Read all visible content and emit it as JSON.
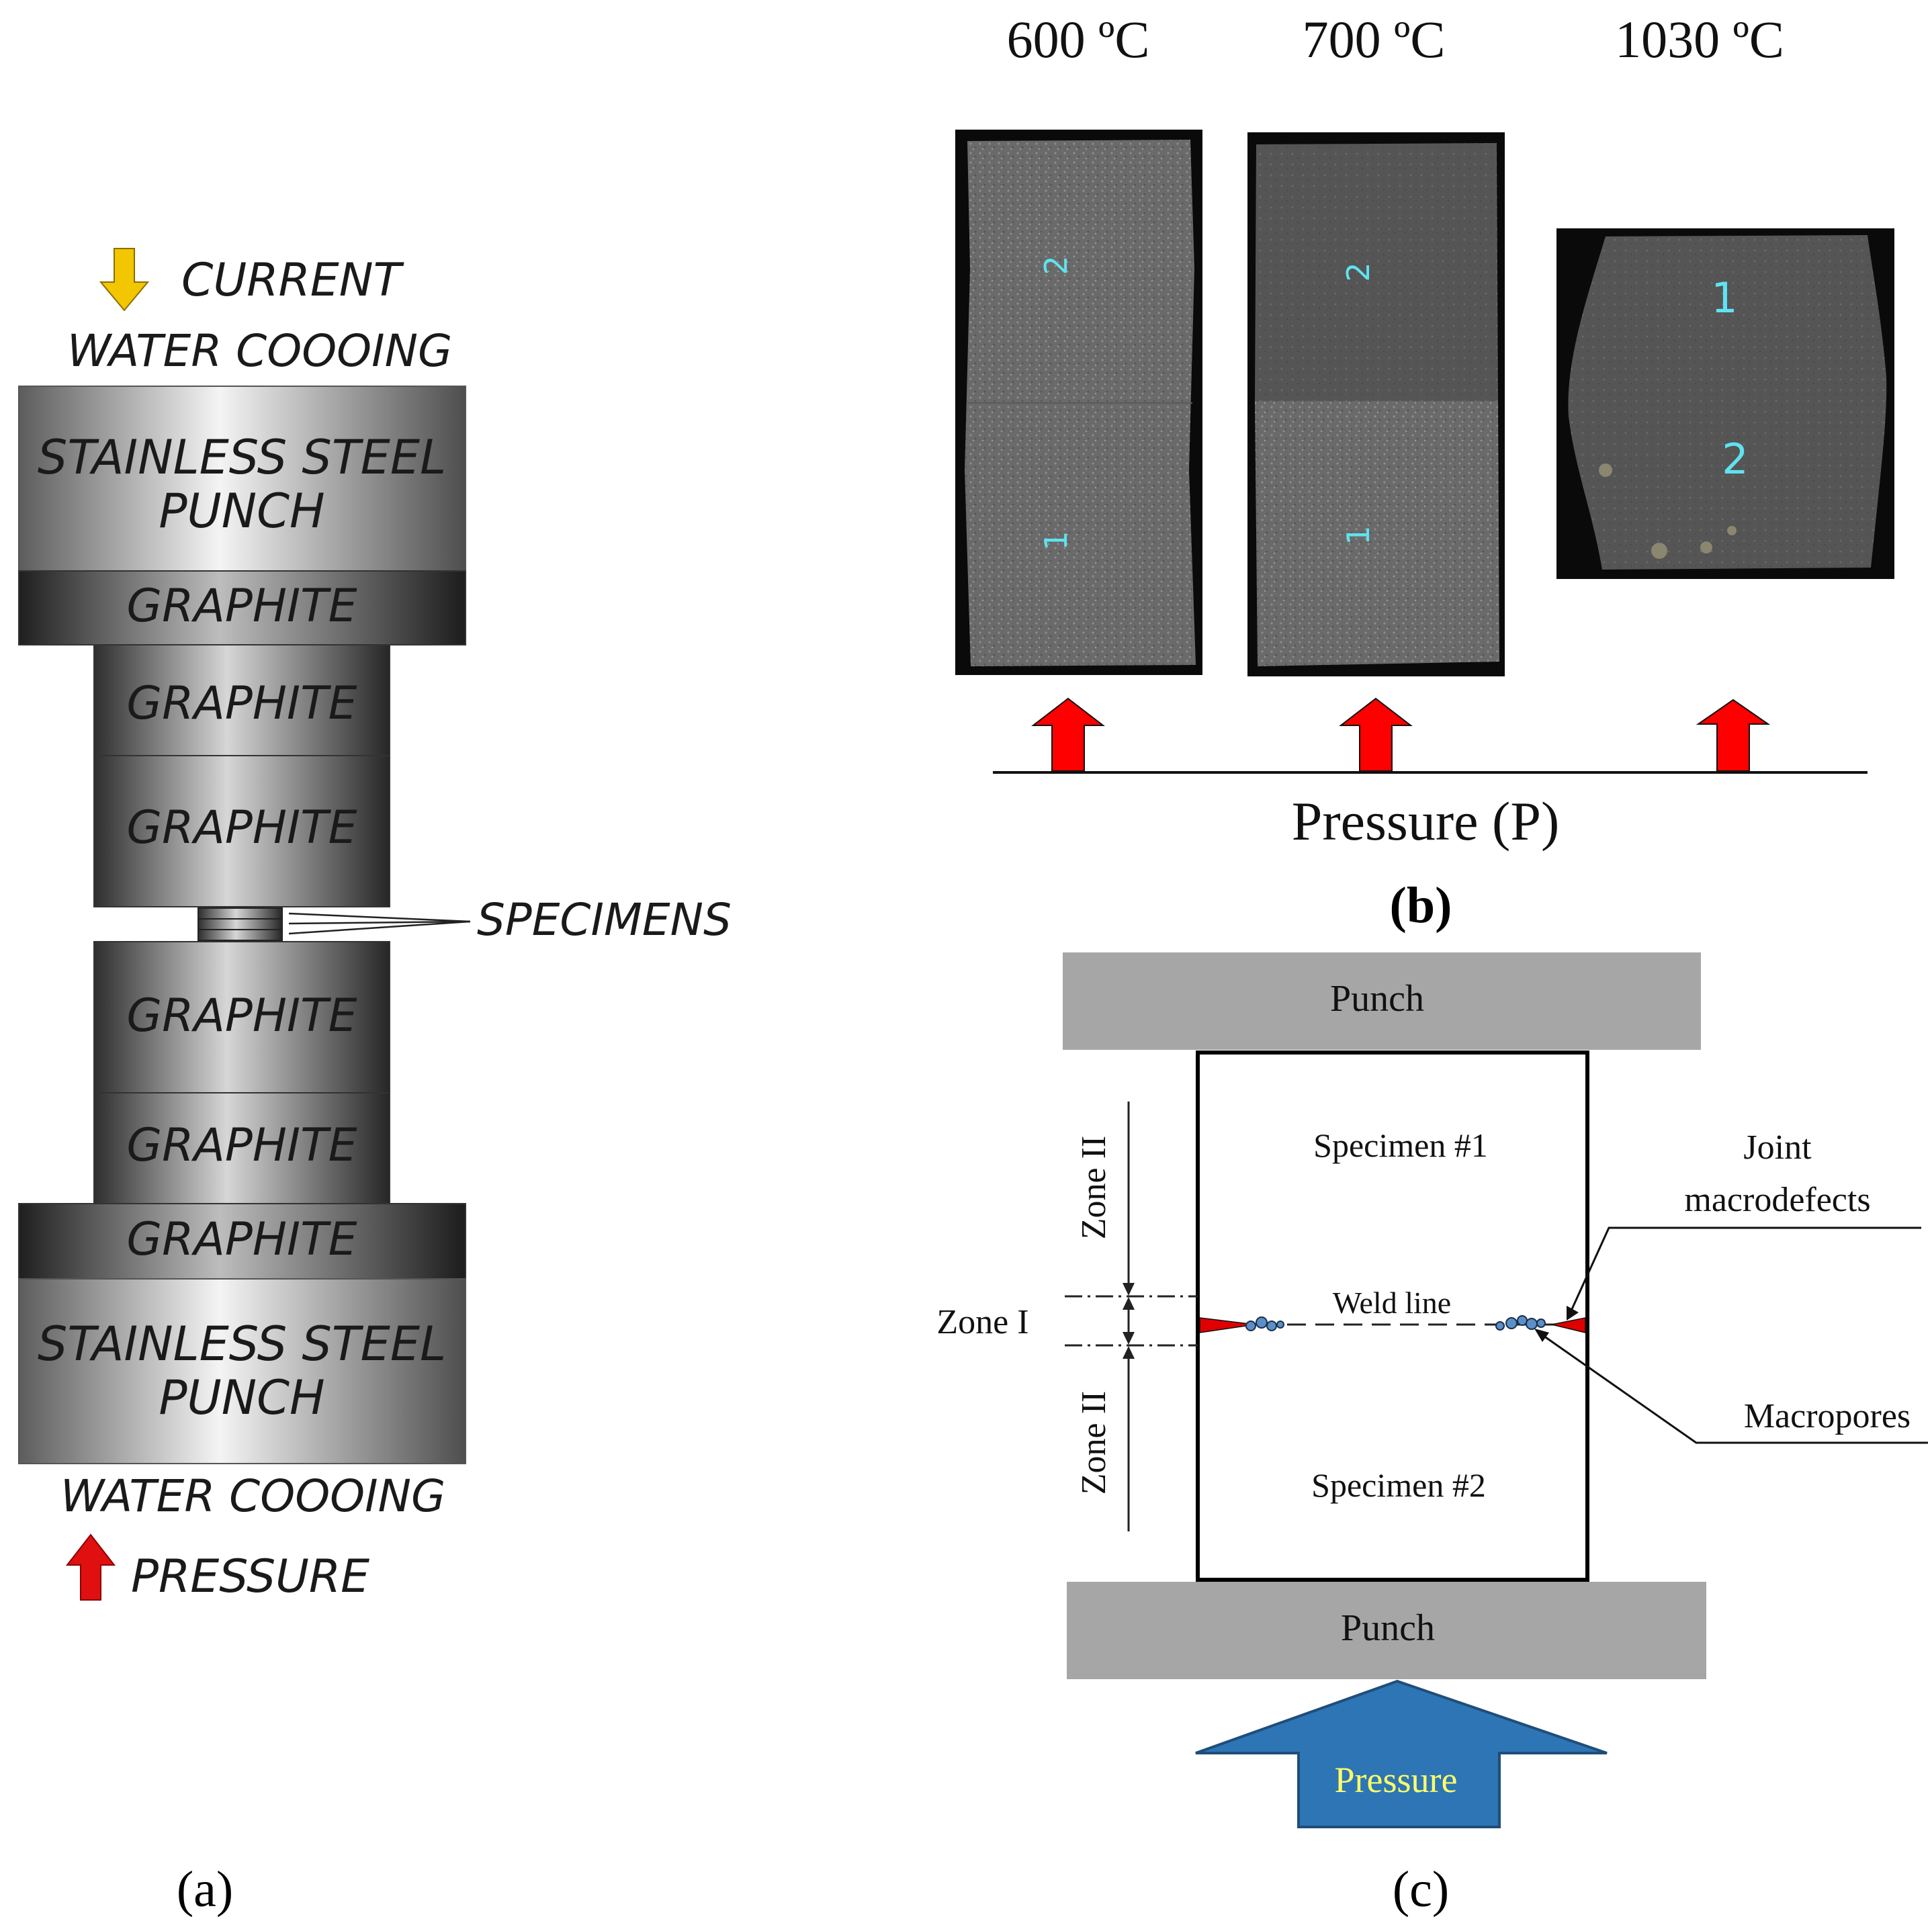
{
  "panel_a": {
    "label": "(a)",
    "current_label": "CURRENT",
    "water_top": "WATER COOOING",
    "water_bottom": "WATER COOOING",
    "pressure_label": "PRESSURE",
    "specimens_label": "SPECIMENS",
    "top_punch": [
      "STAINLESS STEEL",
      "PUNCH"
    ],
    "bottom_punch": [
      "STAINLESS STEEL",
      "PUNCH"
    ],
    "graphite_blocks": [
      "GRAPHITE",
      "GRAPHITE",
      "GRAPHITE",
      "GRAPHITE",
      "GRAPHITE",
      "GRAPHITE"
    ],
    "colors": {
      "current_arrow": "#f2c600",
      "pressure_arrow": "#e01010"
    }
  },
  "panel_b": {
    "label": "(b)",
    "temperatures": [
      "600 ºC",
      "700 ºC",
      "1030 ºC"
    ],
    "sample_600": {
      "top": "2",
      "bottom": "1"
    },
    "sample_700": {
      "top": "2",
      "bottom": "1"
    },
    "sample_1030": {
      "top": "1",
      "bottom": "2"
    },
    "pressure_label": "Pressure (P)",
    "colors": {
      "arrow": "#ff0000",
      "digit": "#5fe3f0"
    }
  },
  "panel_c": {
    "label": "(c)",
    "punch_top": "Punch",
    "punch_bottom": "Punch",
    "specimen_1": "Specimen #1",
    "specimen_2": "Specimen #2",
    "weld_line": "Weld line",
    "zone_1": "Zone I",
    "zone_2_top": "Zone II",
    "zone_2_bottom": "Zone II",
    "joint_macrodefects": [
      "Joint",
      "macrodefects"
    ],
    "macropores": "Macropores",
    "pressure": "Pressure",
    "colors": {
      "punch": "#a6a6a6",
      "pressure_arrow": "#2e75b6",
      "pressure_text": "#ffff66",
      "defect": "#e00000",
      "pore": "#5b8fc7"
    }
  }
}
